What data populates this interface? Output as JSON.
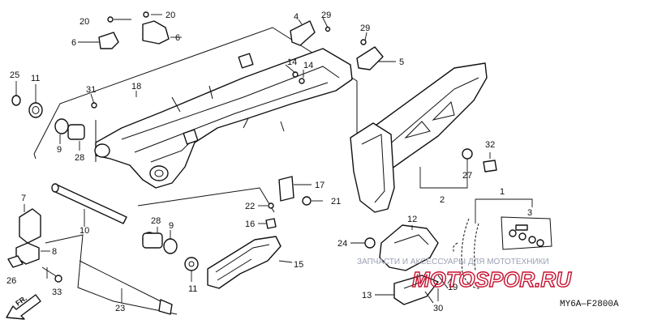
{
  "diagram": {
    "callouts": {
      "c1": "1",
      "c2": "2",
      "c3": "3",
      "c4": "4",
      "c5": "5",
      "c6a": "6",
      "c6b": "6",
      "c7": "7",
      "c8": "8",
      "c9a": "9",
      "c9b": "9",
      "c10": "10",
      "c11a": "11",
      "c11b": "11",
      "c12": "12",
      "c13": "13",
      "c14a": "14",
      "c14b": "14",
      "c15": "15",
      "c16": "16",
      "c17": "17",
      "c18": "18",
      "c19": "19",
      "c20a": "20",
      "c20b": "20",
      "c21": "21",
      "c22": "22",
      "c23": "23",
      "c24": "24",
      "c25": "25",
      "c26": "26",
      "c27": "27",
      "c28a": "28",
      "c28b": "28",
      "c29a": "29",
      "c29b": "29",
      "c30": "30",
      "c31": "31",
      "c32": "32",
      "c33": "33"
    },
    "direction_label": "FR.",
    "drawing_code": "MY6A—F2800A",
    "watermark": {
      "text": "ЗАПЧАСТИ И АКСЕССУАРЫ ДЛЯ МОТОТЕХНИКИ",
      "logo": "MOTOSPOR.RU",
      "color": "#c8102e"
    }
  }
}
